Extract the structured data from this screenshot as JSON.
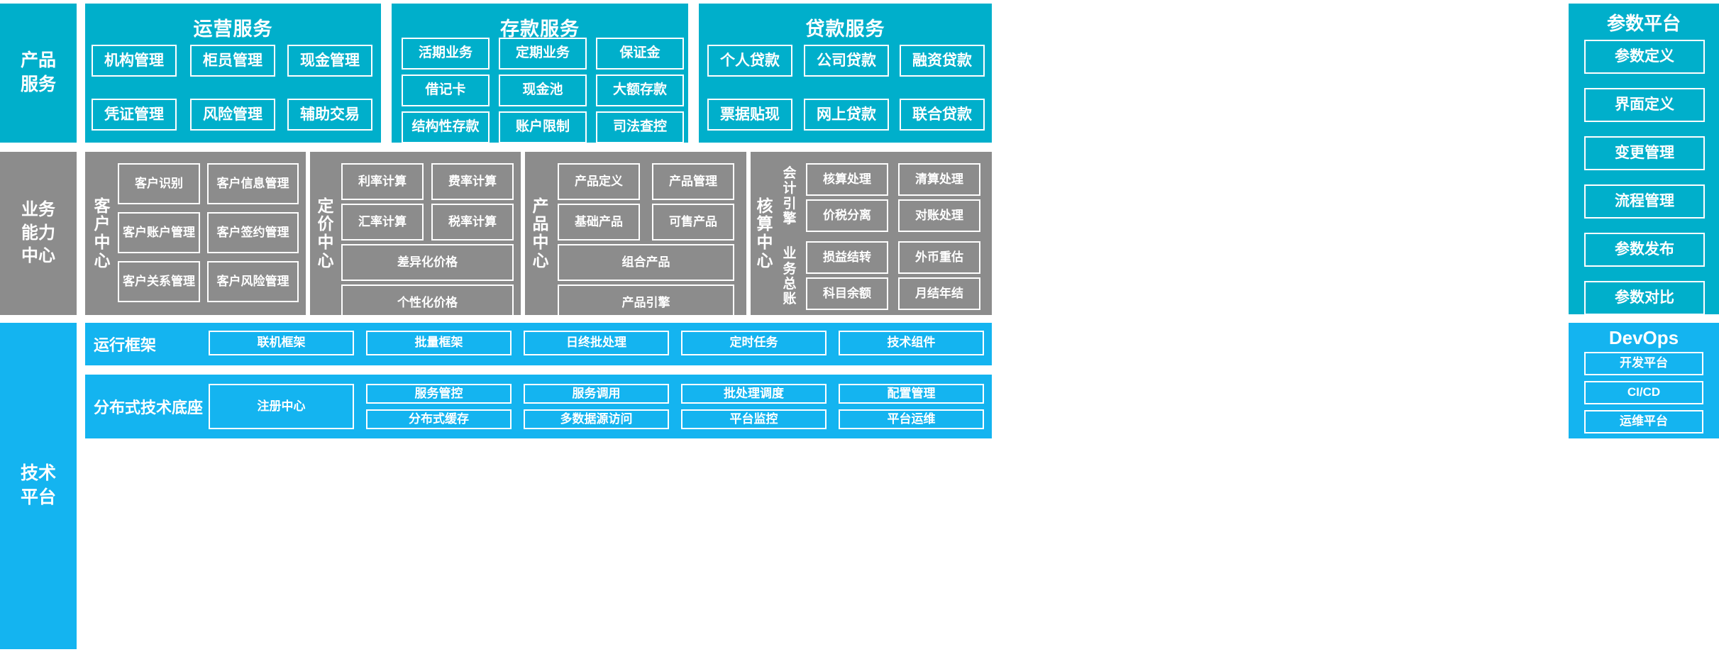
{
  "layers": {
    "product_services": {
      "label": "产品\n服务",
      "color": "#00AFCB",
      "groups": [
        {
          "name": "运营服务",
          "tiles": [
            "机构管理",
            "柜员管理",
            "现金管理",
            "凭证管理",
            "风险管理",
            "辅助交易"
          ]
        },
        {
          "name": "存款服务",
          "tiles": [
            "活期业务",
            "定期业务",
            "保证金",
            "借记卡",
            "现金池",
            "大额存款",
            "结构性存款",
            "账户限制",
            "司法查控"
          ]
        },
        {
          "name": "贷款服务",
          "tiles": [
            "个人贷款",
            "公司贷款",
            "融资贷款",
            "票据贴现",
            "网上贷款",
            "联合贷款"
          ]
        }
      ]
    },
    "business_capability_center": {
      "label": "业务\n能力\n中心",
      "color": "#8C8C8C",
      "groups": [
        {
          "name": "客户中心",
          "tiles": [
            "客户识别",
            "客户信息管理",
            "客户账户管理",
            "客户签约管理",
            "客户关系管理",
            "客户风险管理"
          ]
        },
        {
          "name": "定价中心",
          "tiles": [
            "利率计算",
            "费率计算",
            "汇率计算",
            "税率计算",
            "差异化价格",
            "个性化价格"
          ]
        },
        {
          "name": "产品中心",
          "tiles": [
            "产品定义",
            "产品管理",
            "基础产品",
            "可售产品",
            "组合产品",
            "产品引擎"
          ]
        },
        {
          "name": "核算中心",
          "sub_labels": [
            "会计引擎",
            "业务总账"
          ],
          "tiles": [
            "核算处理",
            "清算处理",
            "价税分离",
            "对账处理",
            "损益结转",
            "外币重估",
            "科目余额",
            "月结年结"
          ]
        }
      ]
    },
    "technology_platform": {
      "label": "技术\n平台",
      "color": "#14B4F0",
      "rows": [
        {
          "name": "运行框架",
          "tiles": [
            "联机框架",
            "批量框架",
            "日终批处理",
            "定时任务",
            "技术组件"
          ]
        },
        {
          "name": "分布式技术底座",
          "wide_tile": "注册中心",
          "tiles": [
            "服务管控",
            "分布式缓存",
            "服务调用",
            "多数据源访问",
            "批处理调度",
            "平台监控",
            "配置管理",
            "平台运维"
          ]
        }
      ]
    }
  },
  "right_panels": {
    "parameter_platform": {
      "title": "参数平台",
      "color": "#00AFCB",
      "items": [
        "参数定义",
        "界面定义",
        "变更管理",
        "流程管理",
        "参数发布",
        "参数对比"
      ]
    },
    "devops": {
      "title": "DevOps",
      "color": "#14B4F0",
      "items": [
        "开发平台",
        "CI/CD",
        "运维平台"
      ]
    }
  }
}
